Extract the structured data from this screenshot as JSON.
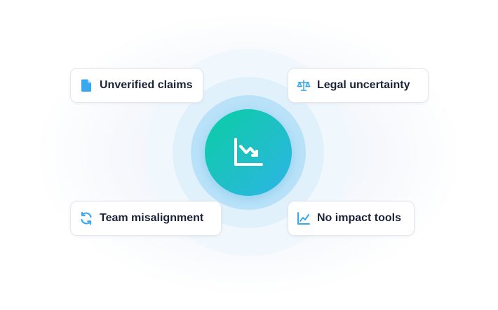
{
  "accent_colors": {
    "icon_blue": "#3aa8ee",
    "hub_gradient_start": "#08cfa3",
    "hub_gradient_end": "#2bb5e6",
    "text_dark": "#1b2236"
  },
  "hub": {
    "icon": "chart-trending-down-icon"
  },
  "cards": [
    {
      "label": "Unverified claims",
      "icon": "document-icon"
    },
    {
      "label": "Legal uncertainty",
      "icon": "scales-icon"
    },
    {
      "label": "Team misalignment",
      "icon": "refresh-icon"
    },
    {
      "label": "No impact tools",
      "icon": "line-chart-icon"
    }
  ]
}
